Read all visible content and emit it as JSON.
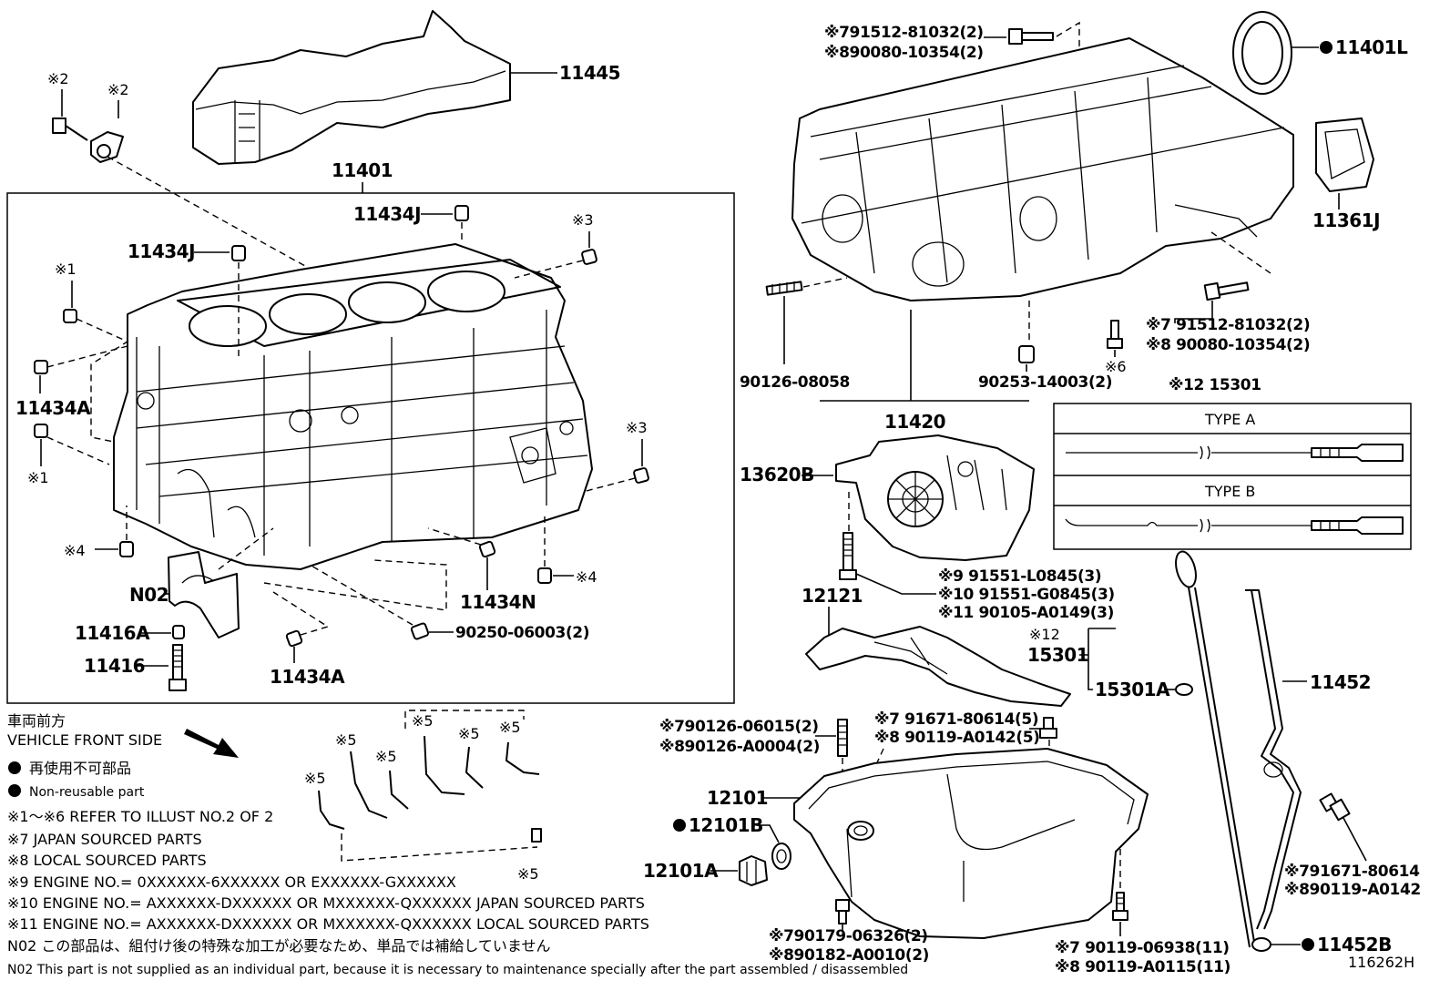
{
  "diagram_id": "116262H",
  "labels": {
    "p11445": "11445",
    "p11401": "11401",
    "p11434J_a": "11434J",
    "p11434J_b": "11434J",
    "p11434A_a": "11434A",
    "p11434A_b": "11434A",
    "p11434N": "11434N",
    "pN02": "N02",
    "p11416A": "11416A",
    "p11416": "11416",
    "p90250": "90250-06003(2)",
    "ref2a": "※2",
    "ref2b": "※2",
    "ref3a": "※3",
    "ref3b": "※3",
    "ref1a": "※1",
    "ref1b": "※1",
    "ref4a": "※4",
    "ref4b": "※4",
    "top_bolt_7": "※791512-81032(2)",
    "top_bolt_8": "※890080-10354(2)",
    "p11401L": "11401L",
    "p11361J": "11361J",
    "p90126_08058": "90126-08058",
    "p11420": "11420",
    "p90253": "90253-14003(2)",
    "right_bolt_7": "※7 91512-81032(2)",
    "right_bolt_8": "※8 90080-10354(2)",
    "ref6": "※6",
    "p13620B": "13620B",
    "eng9": "※9   91551-L0845(3)",
    "eng10": "※10 91551-G0845(3)",
    "eng11": "※11 90105-A0149(3)",
    "p12121": "12121",
    "ref12": "※12",
    "p15301": "15301",
    "p15301A": "15301A",
    "gauge_title": "※12 15301",
    "type_a": "TYPE A",
    "type_b": "TYPE B",
    "p11452": "11452",
    "p11452B": "11452B",
    "stud_7": "※790126-06015(2)",
    "stud_8": "※890126-A0004(2)",
    "nut_7": "※7 91671-80614(5)",
    "nut_8": "※8 90119-A0142(5)",
    "p12101": "12101",
    "p12101B": "12101B",
    "p12101A": "12101A",
    "drain_7": "※790179-06326(2)",
    "drain_8": "※890182-A0010(2)",
    "pan_bolt_7": "※7 90119-06938(11)",
    "pan_bolt_8": "※8 90119-A0115(11)",
    "side_bolt_7": "※791671-80614",
    "side_bolt_8": "※890119-A0142",
    "ref5": "※5"
  },
  "legend": {
    "front_jp": "車両前方",
    "front_en": "VEHICLE FRONT SIDE",
    "nonreuse_jp": "再使用不可部品",
    "nonreuse_en": "Non-reusable part",
    "n1_6": "※1～※6  REFER TO ILLUST NO.2 OF 2",
    "n7": "※7 JAPAN SOURCED PARTS",
    "n8": "※8 LOCAL SOURCED PARTS",
    "n9": "※9   ENGINE NO.= 0XXXXXX-6XXXXXX OR EXXXXXX-GXXXXXX",
    "n10": "※10 ENGINE NO.= AXXXXXX-DXXXXXX OR MXXXXXX-QXXXXXX JAPAN SOURCED PARTS",
    "n11": "※11 ENGINE NO.= AXXXXXX-DXXXXXX OR MXXXXXX-QXXXXXX LOCAL SOURCED PARTS",
    "n02_jp": "N02  この部品は、組付け後の特殊な加工が必要なため、単品では補給していません",
    "n02_en": "N02  This part is not supplied as an individual part, because it is necessary to maintenance specially after the part assembled / disassembled"
  }
}
